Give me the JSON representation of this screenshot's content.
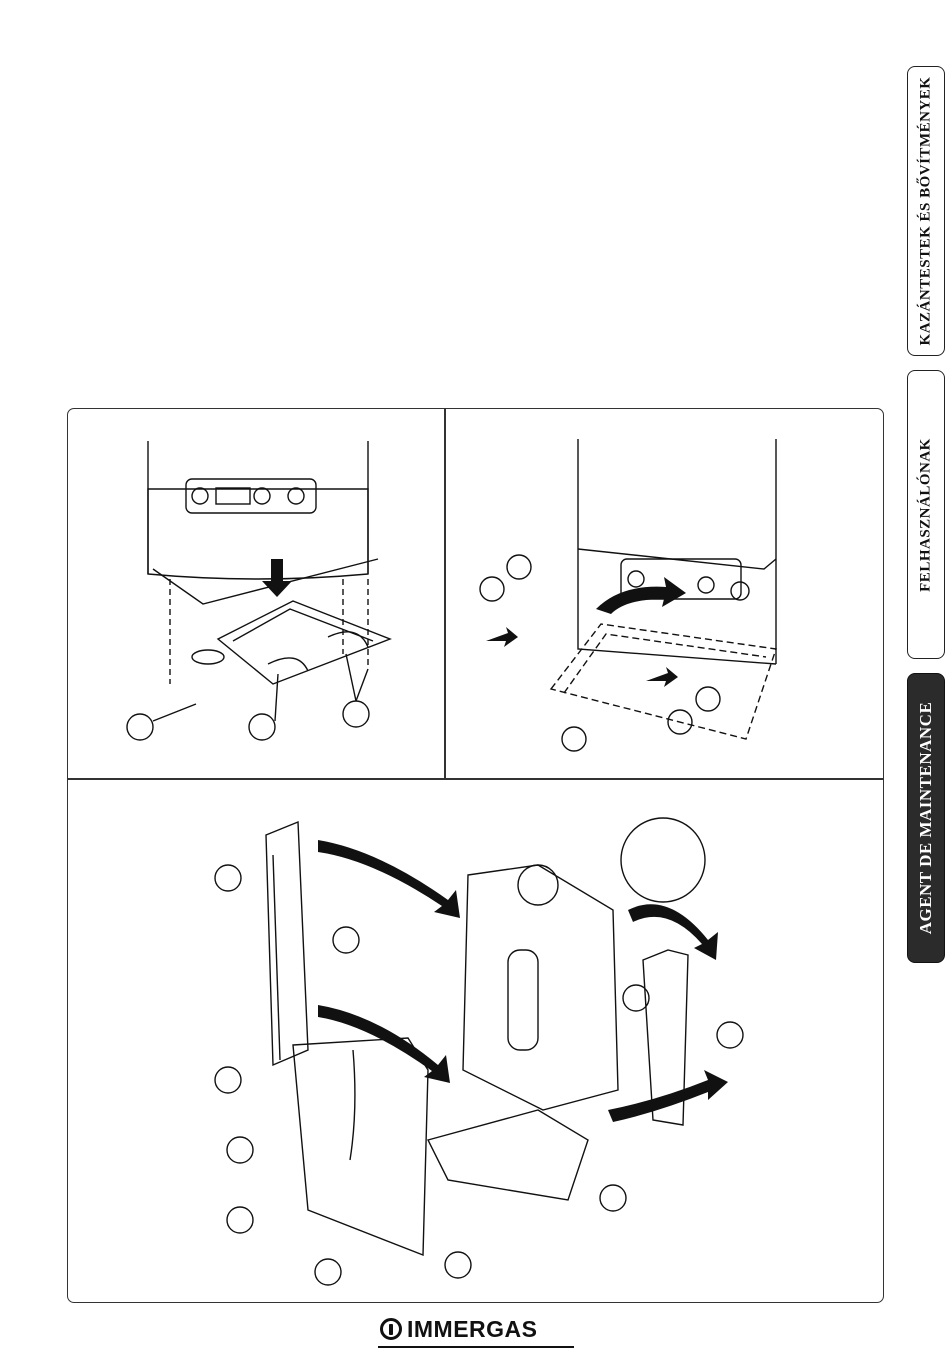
{
  "side_tabs": [
    {
      "label": "KAZÁNTESTEK ÉS BŐVÍTMÉNYEK",
      "active": false
    },
    {
      "label": "FELHASZNÁLÓNAK",
      "active": false
    },
    {
      "label": "AGENT DE MAINTENANCE",
      "active": true
    }
  ],
  "brand": {
    "name": "IMMERGAS"
  }
}
